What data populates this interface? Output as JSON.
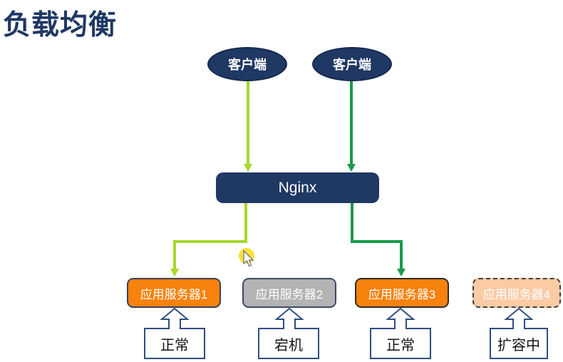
{
  "title": "负载均衡",
  "colors": {
    "navy": "#1F3864",
    "lime_arrow": "#A6D82C",
    "green_arrow": "#169B48",
    "server_orange": "#F7820D",
    "server_gray": "#B3B3B3",
    "server_peach": "#FBCBA4",
    "status_border": "#2E4E7E",
    "cursor_yellow": "#F7E23B"
  },
  "clients": [
    {
      "label": "客户端"
    },
    {
      "label": "客户端"
    }
  ],
  "load_balancer": {
    "label": "Nginx"
  },
  "servers": [
    {
      "label": "应用服务器1",
      "status": "正常",
      "state": "normal"
    },
    {
      "label": "应用服务器2",
      "status": "宕机",
      "state": "down"
    },
    {
      "label": "应用服务器3",
      "status": "正常",
      "state": "normal"
    },
    {
      "label": "应用服务器4",
      "status": "扩容中",
      "state": "scaling"
    }
  ]
}
